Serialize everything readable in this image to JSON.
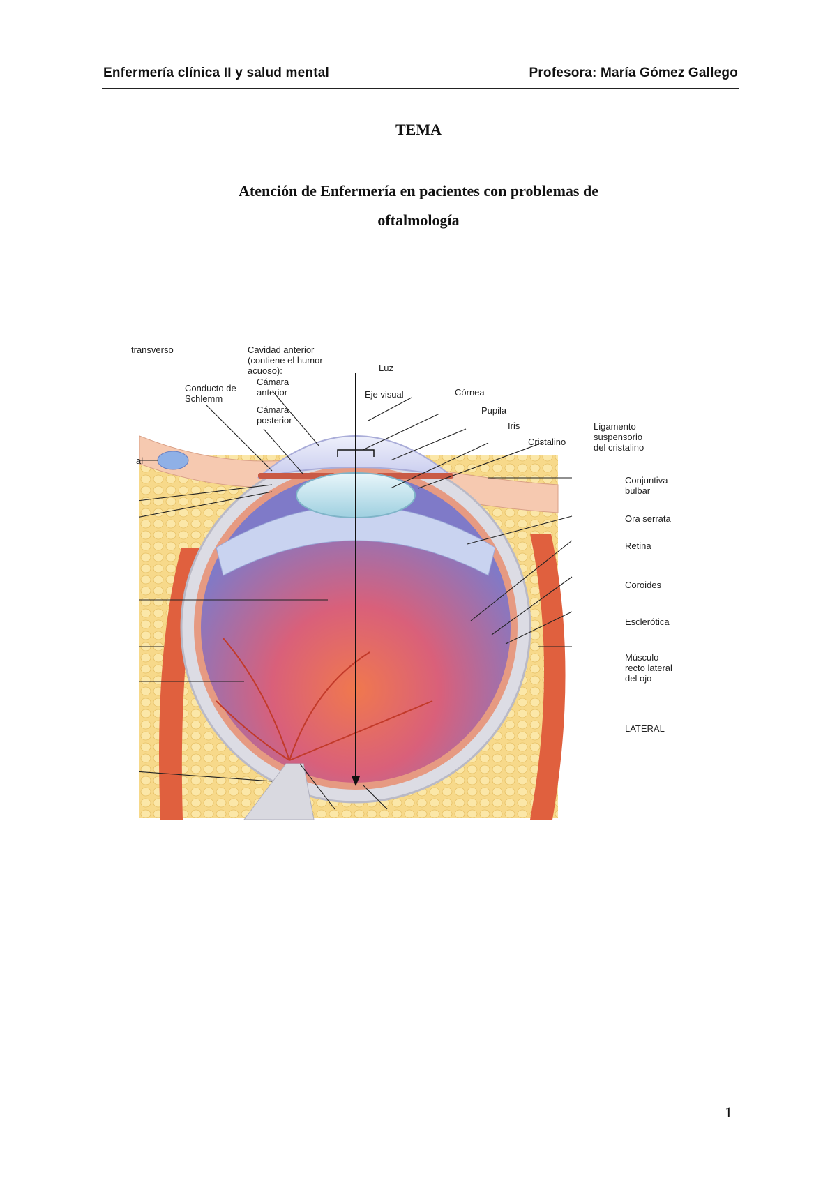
{
  "header": {
    "left": "Enfermería clínica II y salud mental",
    "right": "Profesora: María Gómez Gallego"
  },
  "tema": "TEMA",
  "title": {
    "line1": "Atención de Enfermería en pacientes con problemas de",
    "line2": "oftalmología"
  },
  "figure": {
    "labels": {
      "transverso": "transverso",
      "cavidad": "Cavidad anterior\n(contiene el humor\nacuoso):",
      "luz": "Luz",
      "eje": "Eje visual",
      "conducto": "Conducto de\nSchlemm",
      "camara_anterior": "Cámara\nanterior",
      "camara_posterior": "Cámara\nposterior",
      "cornea": "Córnea",
      "pupila": "Pupila",
      "iris": "Iris",
      "cristalino": "Cristalino",
      "ligamento": "Ligamento\nsuspensorio\ndel cristalino",
      "conjuntiva": "Conjuntiva\nbulbar",
      "ora": "Ora serrata",
      "retina": "Retina",
      "coroides": "Coroides",
      "esclerotica": "Esclerótica",
      "musculo": "Músculo\nrecto lateral\ndel ojo",
      "lateral": "LATERAL",
      "al": "al"
    }
  },
  "page_number": "1"
}
